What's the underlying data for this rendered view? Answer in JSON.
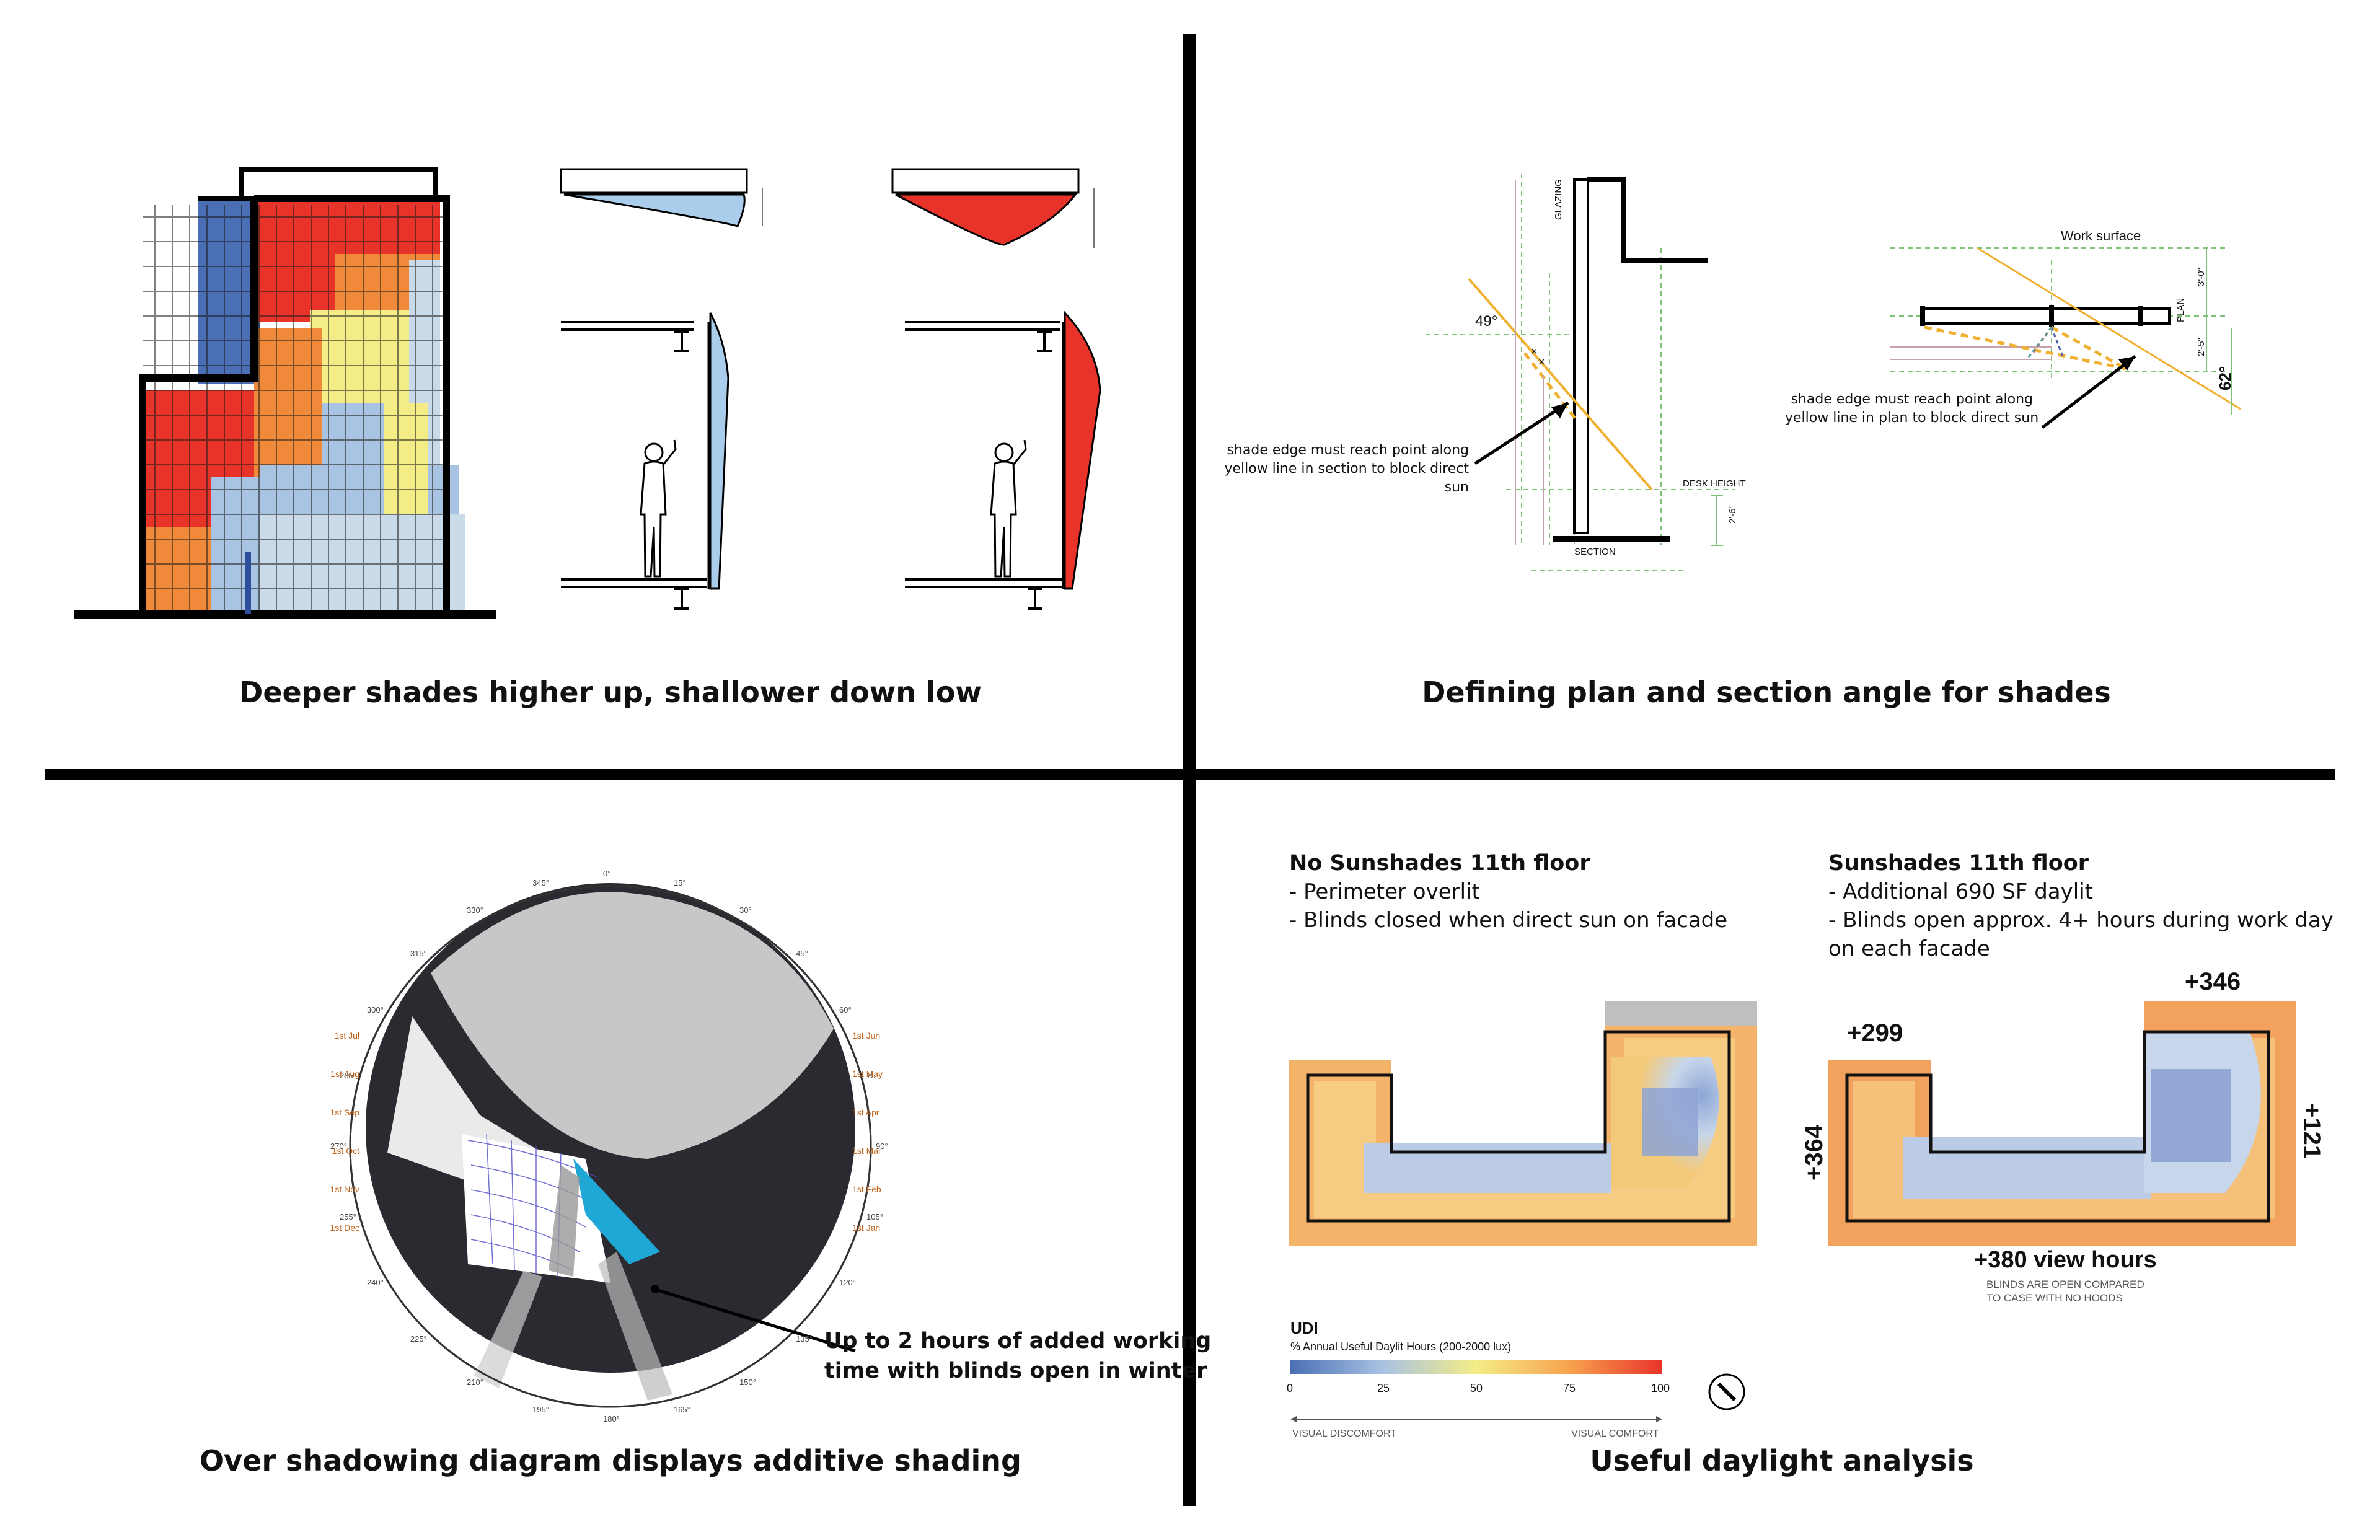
{
  "quadrants": {
    "top_left": {
      "caption": "Deeper shades higher up, shallower down low"
    },
    "top_right": {
      "caption": "Defining plan and section angle for shades",
      "section": {
        "angle": "49°",
        "glazing": "GLAZING",
        "desk_height": "DESK HEIGHT",
        "dim": "2'-6\"",
        "label": "SECTION",
        "note_lines": [
          "shade edge must reach point along",
          "yellow line in section to block direct",
          "sun"
        ]
      },
      "plan": {
        "work_surface": "Work surface",
        "dim_top": "3'-0\"",
        "dim_bottom": "2'-5\"",
        "plan_label": "PLAN",
        "angle": "62°",
        "note_lines": [
          "shade edge must reach point along",
          "yellow line in plan to block direct sun"
        ]
      }
    },
    "bottom_left": {
      "caption": "Over shadowing diagram displays additive shading",
      "callout_lines": [
        "Up to 2 hours of added working",
        "time with blinds open in winter"
      ],
      "compass_degrees": [
        "0°",
        "15°",
        "30°",
        "45°",
        "60°",
        "75°",
        "90°",
        "105°",
        "120°",
        "135°",
        "150°",
        "165°",
        "180°",
        "195°",
        "210°",
        "225°",
        "240°",
        "255°",
        "270°",
        "285°",
        "300°",
        "315°",
        "330°",
        "345°"
      ],
      "date_labels_left": [
        "1st Jul",
        "1st Aug",
        "1st Sep",
        "1st Oct",
        "1st Nov",
        "1st Dec"
      ],
      "date_labels_right": [
        "1st Jun",
        "1st May",
        "1st Apr",
        "1st Mar",
        "1st Feb",
        "1st Jan"
      ]
    },
    "bottom_right": {
      "caption": "Useful daylight analysis",
      "no_sunshades": {
        "title": "No Sunshades 11th floor",
        "bullets": [
          "- Perimeter overlit",
          "- Blinds closed when direct sun on facade"
        ]
      },
      "sunshades": {
        "title": "Sunshades 11th floor",
        "bullets": [
          "- Additional 690 SF daylit",
          "- Blinds open approx. 4+ hours during work day",
          "on each facade"
        ]
      },
      "deltas": {
        "top_left": "+299",
        "top_right": "+346",
        "left": "+364",
        "right": "+121",
        "bottom": "+380 view hours",
        "bottom_note": [
          "BLINDS ARE OPEN COMPARED",
          "TO CASE WITH NO HOODS"
        ]
      },
      "legend": {
        "title": "UDI",
        "subtitle": "% Annual Useful Daylit Hours (200-2000 lux)",
        "ticks": [
          "0",
          "25",
          "50",
          "75",
          "100"
        ],
        "left_label": "VISUAL DISCOMFORT",
        "right_label": "VISUAL COMFORT",
        "colors": [
          "#4a6fb5",
          "#a9c3e3",
          "#f4ec86",
          "#f7a24e",
          "#e8332a"
        ]
      }
    }
  }
}
